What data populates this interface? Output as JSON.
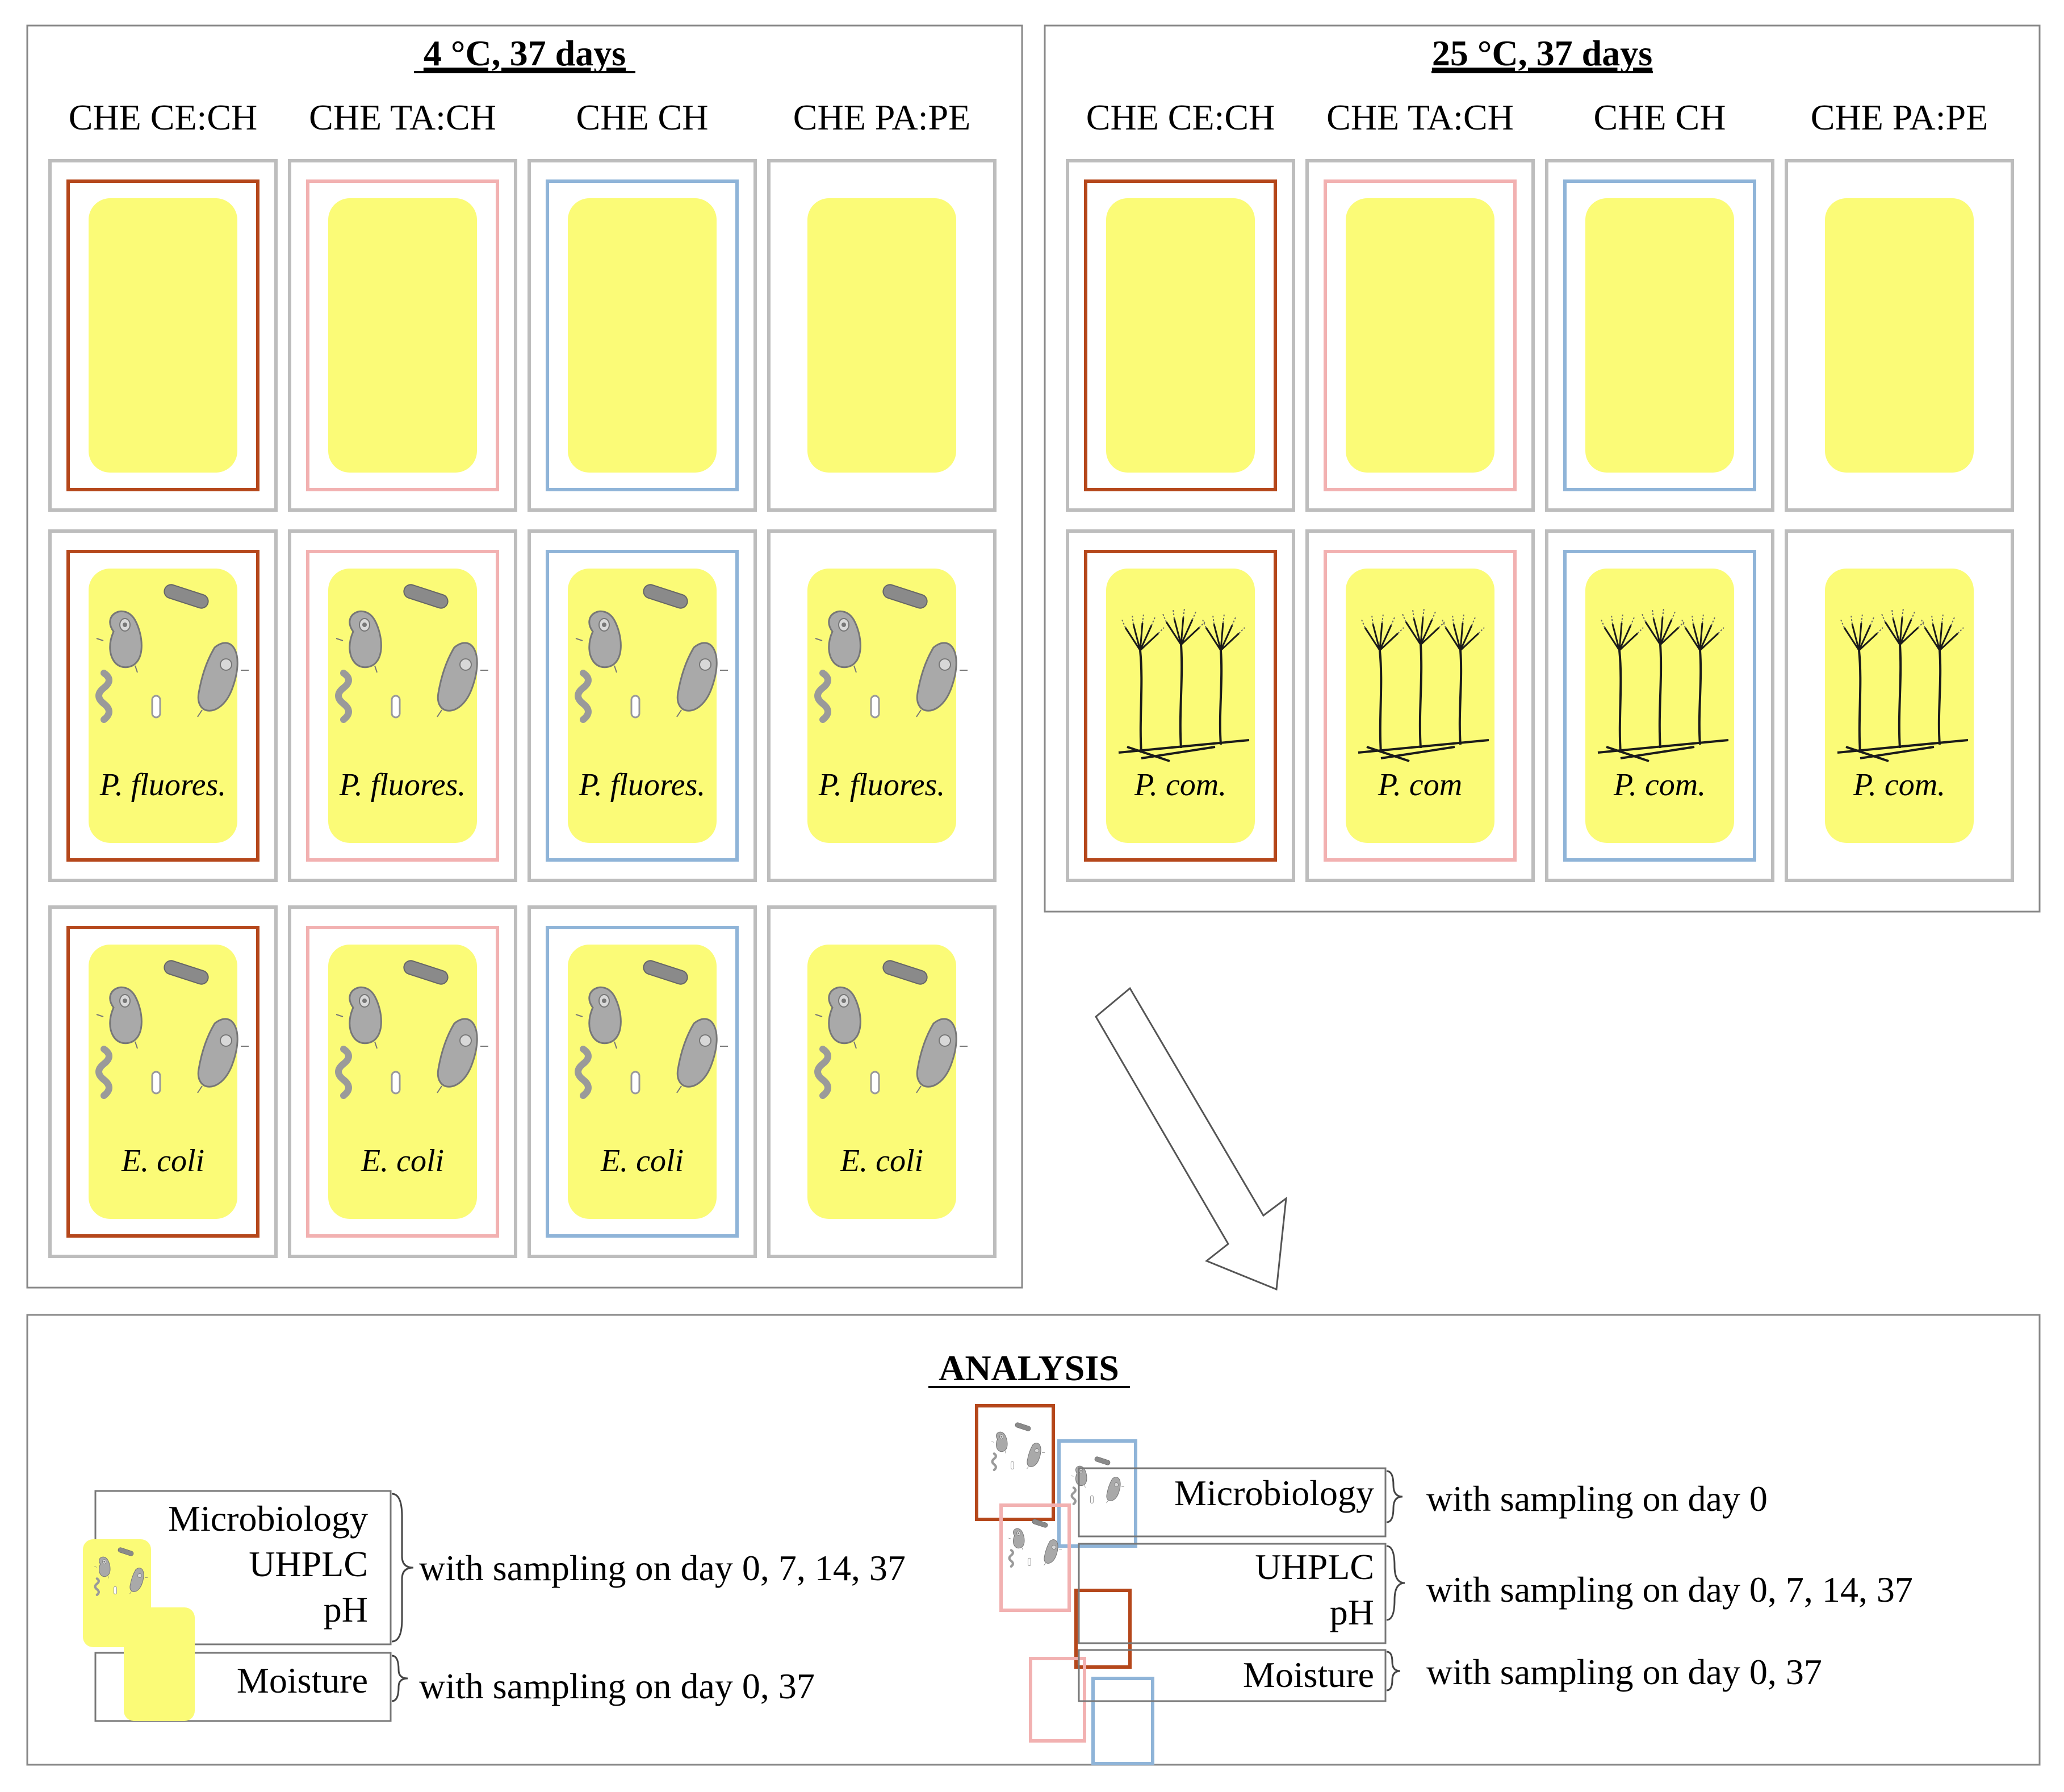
{
  "colors": {
    "panel_border": "#888888",
    "package_border": "#bdbdbd",
    "cheese_fill": "#fbfb77",
    "ce_ch": "#b5471b",
    "ta_ch": "#f2b1b1",
    "ch": "#8fb4d8",
    "pa_pe": "none",
    "organism_gray": "#9a9a9a",
    "mold_ink": "#1a1a1a"
  },
  "panel_left": {
    "title": "4 °C, 37 days",
    "columns": [
      "CHE CE:CH",
      "CHE TA:CH",
      "CHE CH",
      "CHE PA:PE"
    ],
    "rows": [
      {
        "organism": "",
        "icon": "none"
      },
      {
        "organism": "P. fluores.",
        "icon": "bacteria-icon"
      },
      {
        "organism": "E. coli",
        "icon": "bacteria-icon"
      }
    ]
  },
  "panel_right": {
    "title": "25 °C, 37 days",
    "columns": [
      "CHE CE:CH",
      "CHE TA:CH",
      "CHE CH",
      "CHE PA:PE"
    ],
    "rows": [
      {
        "organism": "",
        "icon": "none"
      },
      {
        "organism_labels": [
          "P. com.",
          "P. com",
          "P. com.",
          "P. com."
        ],
        "icon": "mold-icon"
      }
    ]
  },
  "analysis": {
    "title": "ANALYSIS",
    "left": {
      "group1": [
        "Microbiology",
        "UHPLC",
        "pH"
      ],
      "group1_note": "with sampling on day 0, 7, 14, 37",
      "group2": [
        "Moisture"
      ],
      "group2_note": "with sampling on day 0, 37"
    },
    "right": {
      "group1": [
        "Microbiology"
      ],
      "group1_note": "with sampling on day 0",
      "group2": [
        "UHPLC",
        "pH"
      ],
      "group2_note": "with sampling on day 0, 7, 14, 37",
      "group3": [
        "Moisture"
      ],
      "group3_note": "with sampling on day 0, 37"
    }
  }
}
